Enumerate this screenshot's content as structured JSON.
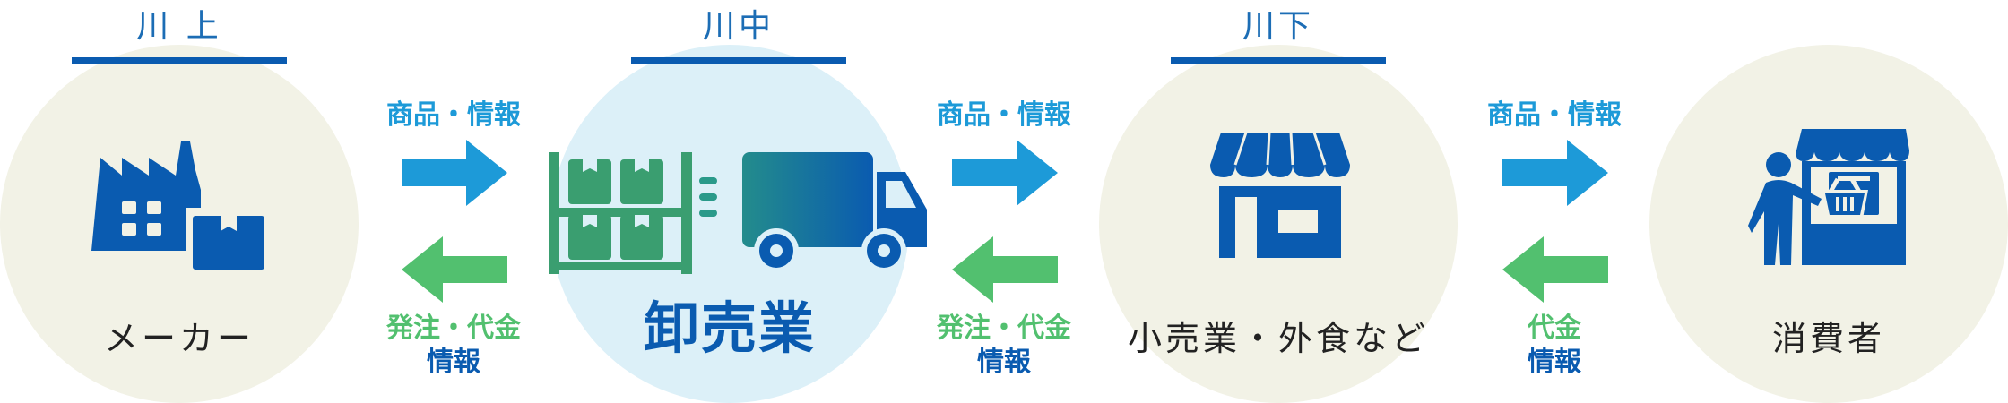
{
  "colors": {
    "circle_bg": "#f2f2e6",
    "circle_wholesale": "#dcf0f8",
    "icon_blue": "#0a5bb0",
    "arrow_blue": "#1d9ad8",
    "arrow_green": "#52c06f",
    "shelf_green": "#3a9e70"
  },
  "stages": [
    {
      "label": "川 上"
    },
    {
      "label": "川中"
    },
    {
      "label": "川下"
    }
  ],
  "actors": [
    {
      "label": "メーカー",
      "icon": "factory-icon"
    },
    {
      "label": "卸売業",
      "icon": "warehouse-truck-icon"
    },
    {
      "label": "小売業・外食など",
      "icon": "storefront-icon"
    },
    {
      "label": "消費者",
      "icon": "shopper-at-stall-icon"
    }
  ],
  "flows": [
    {
      "forward_label": "商品・情報",
      "backward_line1": "発注・代金",
      "backward_line2": "情報"
    },
    {
      "forward_label": "商品・情報",
      "backward_line1": "発注・代金",
      "backward_line2": "情報"
    },
    {
      "forward_label": "商品・情報",
      "backward_line1": "代金",
      "backward_line2": "情報"
    }
  ]
}
